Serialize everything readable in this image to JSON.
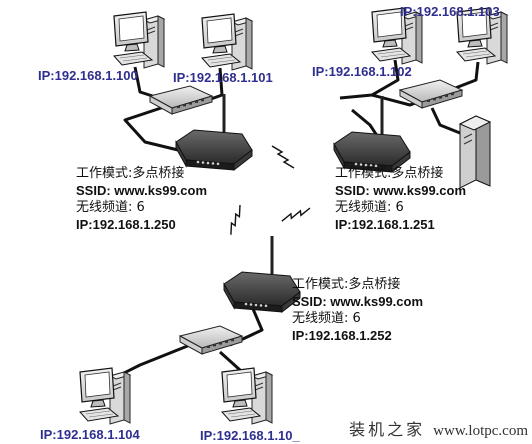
{
  "ap_label": {
    "mode": "工作模式:多点桥接",
    "ssid": "SSID: www.ks99.com",
    "channel": "无线频道: 6"
  },
  "aps": [
    {
      "ip": "IP:192.168.1.250"
    },
    {
      "ip": "IP:192.168.1.251"
    },
    {
      "ip": "IP:192.168.1.252"
    }
  ],
  "computers": [
    {
      "ip": "IP:192.168.1.100"
    },
    {
      "ip": "IP:192.168.1.101"
    },
    {
      "ip": "IP:192.168.1.102"
    },
    {
      "ip": "IP:192.168.1.103"
    },
    {
      "ip": "IP:192.168.1.104"
    },
    {
      "ip": "IP:192.168.1.10_"
    }
  ],
  "watermark": {
    "site_name": "装机之家",
    "url": "www.lotpc.com"
  }
}
